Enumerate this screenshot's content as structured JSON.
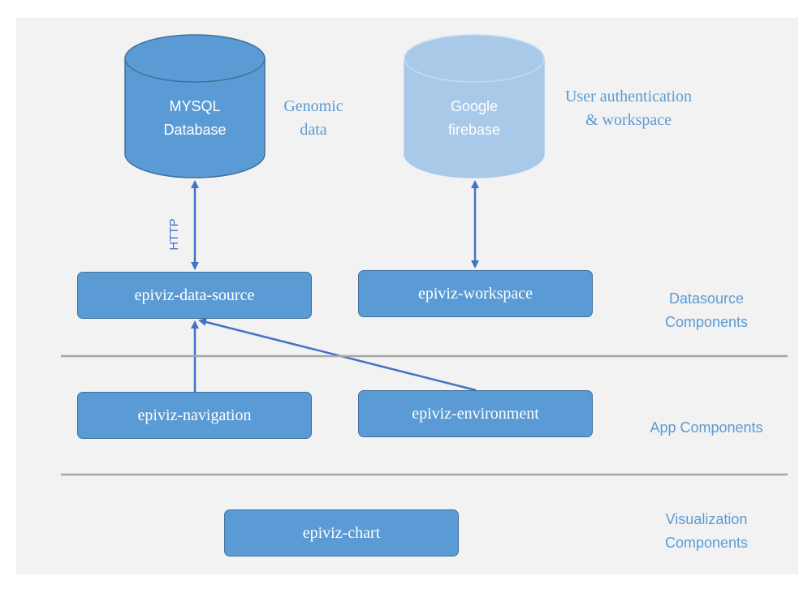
{
  "databases": {
    "mysql": {
      "line1": "MYSQL",
      "line2": "Database",
      "color": "#5b9bd5"
    },
    "firebase": {
      "line1": "Google",
      "line2": "firebase",
      "color": "#a9c9e8"
    }
  },
  "annotations": {
    "genomic": {
      "line1": "Genomic",
      "line2": "data"
    },
    "auth": {
      "line1": "User authentication",
      "line2": "& workspace"
    },
    "http": "HTTP"
  },
  "components": {
    "data_source": "epiviz-data-source",
    "workspace": "epiviz-workspace",
    "navigation": "epiviz-navigation",
    "environment": "epiviz-environment",
    "chart": "epiviz-chart"
  },
  "layers": {
    "datasource": {
      "line1": "Datasource",
      "line2": "Components"
    },
    "app": {
      "line1": "App Components"
    },
    "visualization": {
      "line1": "Visualization",
      "line2": "Components"
    }
  },
  "colors": {
    "box_fill": "#5b9bd5",
    "box_border": "#41719c",
    "arrow": "#4472c4",
    "label": "#5b9bd5",
    "divider": "#a6a6a6"
  }
}
